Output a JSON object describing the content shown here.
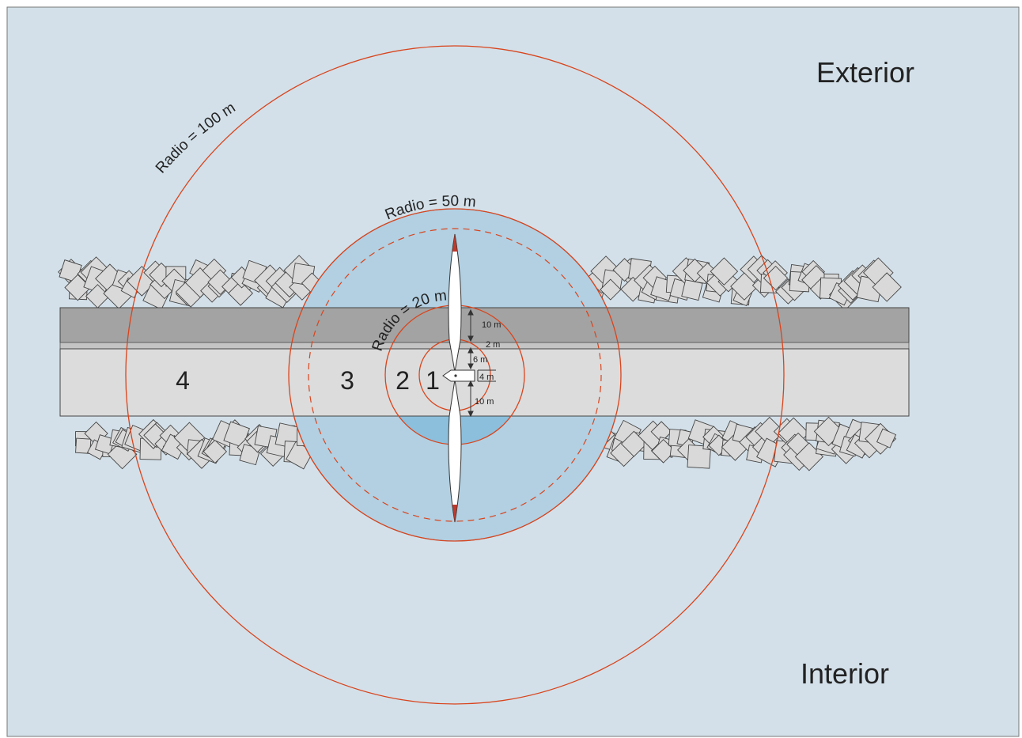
{
  "labels": {
    "exterior": "Exterior",
    "interior": "Interior",
    "radius_100": "Radio = 100 m",
    "radius_50": "Radio = 50 m",
    "radius_20": "Radio = 20 m"
  },
  "zones": [
    "1",
    "2",
    "3",
    "4"
  ],
  "dimensions": {
    "d_10_top": "10 m",
    "d_2": "2 m",
    "d_6": "6 m",
    "d_4": "4 m",
    "d_10_bottom": "10 m"
  },
  "colors": {
    "background": "#d3e0e9",
    "zone_blue": "#b2d0e2",
    "zone_blue_dark": "#8bbfdc",
    "road_dark": "#a3a3a3",
    "road_light": "#dcdcdc",
    "ring": "#d9441c",
    "rocks": "#d9d9d9"
  }
}
